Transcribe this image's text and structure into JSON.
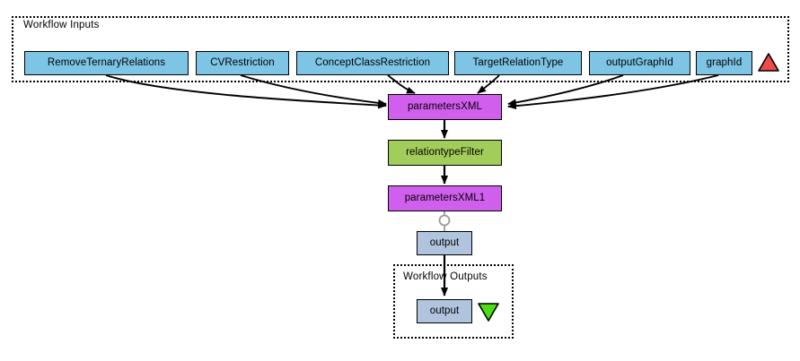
{
  "diagram": {
    "type": "workflow-graph",
    "title": "",
    "groups": [
      {
        "id": "inputs",
        "label": "Workflow Inputs"
      },
      {
        "id": "outputs",
        "label": "Workflow Outputs"
      }
    ],
    "inputs": [
      {
        "id": "RemoveTernaryRelations",
        "label": "RemoveTernaryRelations"
      },
      {
        "id": "CVRestriction",
        "label": "CVRestriction"
      },
      {
        "id": "ConceptClassRestriction",
        "label": "ConceptClassRestriction"
      },
      {
        "id": "TargetRelationType",
        "label": "TargetRelationType"
      },
      {
        "id": "outputGraphId",
        "label": "outputGraphId"
      },
      {
        "id": "graphId",
        "label": "graphId"
      }
    ],
    "processors": [
      {
        "id": "parametersXML",
        "label": "parametersXML",
        "kind": "xml"
      },
      {
        "id": "relationtypeFilter",
        "label": "relationtypeFilter",
        "kind": "filter"
      },
      {
        "id": "parametersXML1",
        "label": "parametersXML1",
        "kind": "xml"
      }
    ],
    "outputs": [
      {
        "id": "output-port",
        "label": "output",
        "kind": "port"
      },
      {
        "id": "output-sink",
        "label": "output",
        "kind": "sink"
      }
    ],
    "icons": {
      "input_marker": "triangle-up-red",
      "output_marker": "triangle-down-green"
    },
    "edges": [
      {
        "from": "RemoveTernaryRelations",
        "to": "parametersXML"
      },
      {
        "from": "CVRestriction",
        "to": "parametersXML"
      },
      {
        "from": "ConceptClassRestriction",
        "to": "parametersXML"
      },
      {
        "from": "TargetRelationType",
        "to": "parametersXML"
      },
      {
        "from": "outputGraphId",
        "to": "parametersXML"
      },
      {
        "from": "graphId",
        "to": "parametersXML"
      },
      {
        "from": "parametersXML",
        "to": "relationtypeFilter"
      },
      {
        "from": "relationtypeFilter",
        "to": "parametersXML1"
      },
      {
        "from": "parametersXML1",
        "to": "output-port"
      },
      {
        "from": "output-port",
        "to": "output-sink"
      }
    ],
    "colors": {
      "input_node": "#7ec5e5",
      "xml_node": "#d15fee",
      "filter_node": "#a2cd5a",
      "output_node": "#b0c4de",
      "input_marker": "#ee4b4b",
      "output_marker": "#4ddd15",
      "edge": "#000000",
      "border": "#000000",
      "background": "#ffffff"
    }
  }
}
